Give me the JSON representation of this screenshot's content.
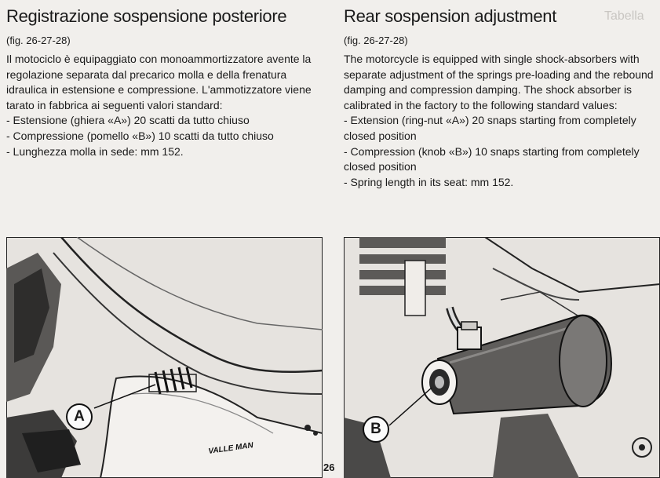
{
  "italian": {
    "title": "Registrazione sospensione posteriore",
    "fig": "(fig. 26-27-28)",
    "paragraph": "Il motociclo è equipaggiato con monoammortizzatore avente la regolazione separata dal precarico molla e della frenatura idraulica in estensione e compressione. L'ammotizzatore viene tarato in fabbrica ai seguenti valori standard:",
    "items": [
      "- Estensione (ghiera «A») 20 scatti da tutto chiuso",
      "- Compressione (pomello «B») 10 scatti da tutto chiuso",
      "- Lunghezza molla in sede: mm 152."
    ]
  },
  "english": {
    "title": "Rear sospension adjustment",
    "fig": "(fig. 26-27-28)",
    "paragraph": "The motorcycle is equipped with single shock-absorbers with separate adjustment of the springs pre-loading and the rebound damping and compression damping. The shock absorber is calibrated in the factory to the following standard values:",
    "items": [
      "- Extension (ring-nut «A») 20 snaps starting from completely closed position",
      "- Compression (knob «B») 10 snaps starting from completely closed position",
      "- Spring length in its seat: mm 152."
    ]
  },
  "figures": {
    "callout_a": "A",
    "callout_b": "B",
    "frame_lettering": "VALLE MAN"
  },
  "page_number": "26"
}
